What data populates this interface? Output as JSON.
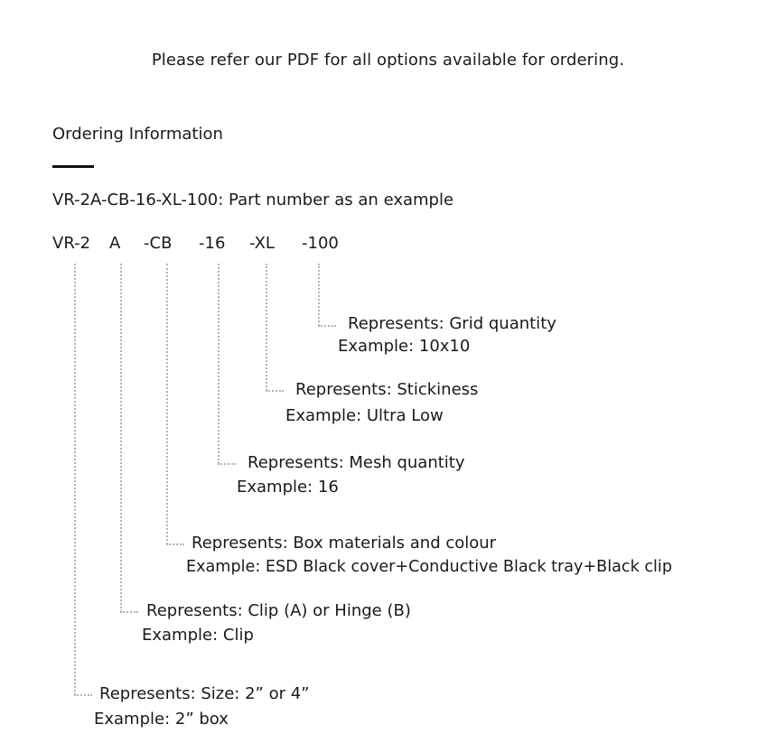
{
  "notice": "Please refer our PDF for all options available for ordering.",
  "section_title": "Ordering Information",
  "example_line": "VR-2A-CB-16-XL-100: Part number as an example",
  "segments": [
    "VR-2",
    "A",
    "-CB",
    "-16",
    "-XL",
    "-100"
  ],
  "callouts": [
    {
      "represents": "Represents: Grid quantity",
      "example": "Example: 10x10"
    },
    {
      "represents": "Represents: Stickiness",
      "example": "Example: Ultra Low"
    },
    {
      "represents": "Represents: Mesh quantity",
      "example": "Example: 16"
    },
    {
      "represents": "Represents: Box materials and colour",
      "example": "Example: ESD Black cover+Conductive Black tray+Black clip"
    },
    {
      "represents": "Represents: Clip (A) or Hinge (B)",
      "example": "Example: Clip"
    },
    {
      "represents": "Represents: Size: 2” or 4”",
      "example": "Example: 2” box"
    }
  ],
  "colors": {
    "text": "#1a1a1a",
    "leader": "#a8b8bd"
  }
}
